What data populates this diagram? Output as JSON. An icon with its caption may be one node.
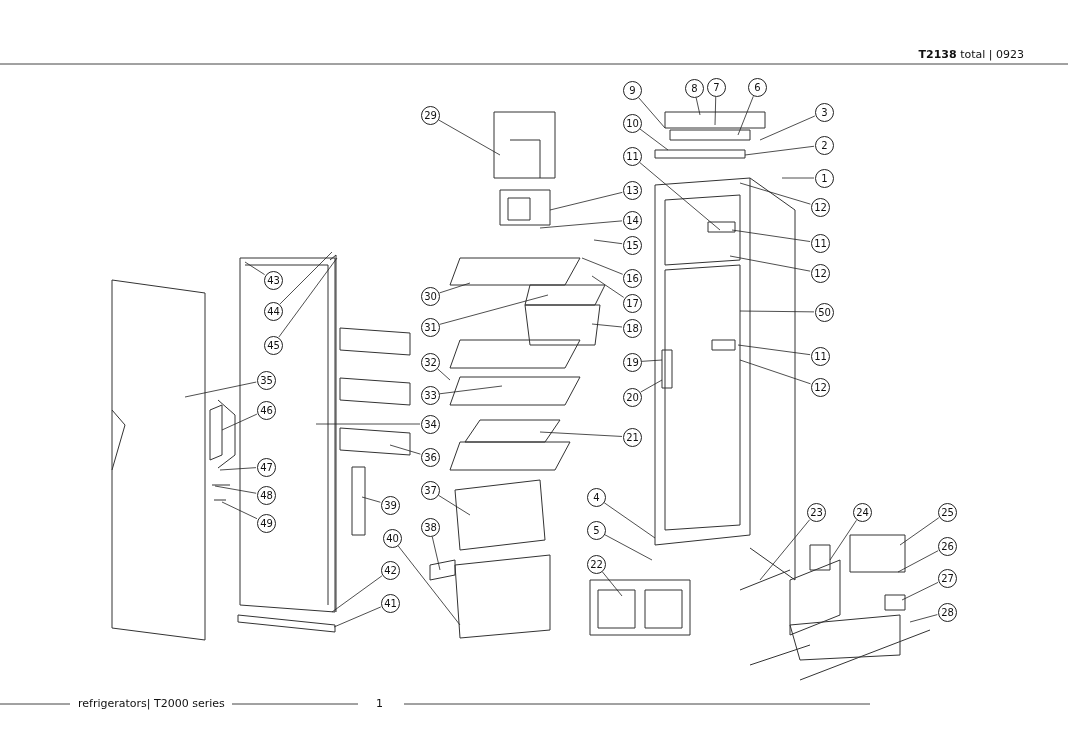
{
  "diagram": {
    "nodes": [
      {
        "text": [
          "29"
        ]
      },
      {
        "text": [
          "9"
        ]
      },
      {
        "text": [
          "8"
        ]
      },
      {
        "text": [
          "7"
        ]
      },
      {
        "text": [
          "6"
        ]
      },
      {
        "text": [
          "3"
        ]
      },
      {
        "text": [
          "10"
        ]
      },
      {
        "text": [
          "2"
        ]
      },
      {
        "text": [
          "11"
        ]
      },
      {
        "text": [
          "1"
        ]
      },
      {
        "text": [
          "12"
        ]
      },
      {
        "text": [
          "13"
        ]
      },
      {
        "text": [
          "14"
        ]
      },
      {
        "text": [
          "11"
        ]
      },
      {
        "text": [
          "15"
        ]
      },
      {
        "text": [
          "16"
        ]
      },
      {
        "text": [
          "12"
        ]
      },
      {
        "text": [
          "43"
        ]
      },
      {
        "text": [
          "30"
        ]
      },
      {
        "text": [
          "17"
        ]
      },
      {
        "text": [
          "44"
        ]
      },
      {
        "text": [
          "31"
        ]
      },
      {
        "text": [
          "18"
        ]
      },
      {
        "text": [
          "50"
        ]
      },
      {
        "text": [
          "45"
        ]
      },
      {
        "text": [
          "11"
        ]
      },
      {
        "text": [
          "32"
        ]
      },
      {
        "text": [
          "19"
        ]
      },
      {
        "text": [
          "35"
        ]
      },
      {
        "text": [
          "12"
        ]
      },
      {
        "text": [
          "33"
        ]
      },
      {
        "text": [
          "20"
        ]
      },
      {
        "text": [
          "46"
        ]
      },
      {
        "text": [
          "34"
        ]
      },
      {
        "text": [
          "21"
        ]
      },
      {
        "text": [
          "36"
        ]
      },
      {
        "text": [
          "47"
        ]
      },
      {
        "text": [
          "37"
        ]
      },
      {
        "text": [
          "48"
        ]
      },
      {
        "text": [
          "4"
        ]
      },
      {
        "text": [
          "39"
        ]
      },
      {
        "text": [
          "23"
        ]
      },
      {
        "text": [
          "24"
        ]
      },
      {
        "text": [
          "25"
        ]
      },
      {
        "text": [
          "49"
        ]
      },
      {
        "text": [
          "38"
        ]
      },
      {
        "text": [
          "5"
        ]
      },
      {
        "text": [
          "40"
        ]
      },
      {
        "text": [
          "26"
        ]
      },
      {
        "text": [
          "22"
        ]
      },
      {
        "text": [
          "42"
        ]
      },
      {
        "text": [
          "27"
        ]
      },
      {
        "text": [
          "41"
        ]
      },
      {
        "text": [
          "28"
        ]
      }
    ],
    "edges": [
      {
        "from": 0,
        "to": null,
        "arrow": "none"
      },
      {
        "from": 1,
        "to": null,
        "arrow": "none"
      },
      {
        "from": 2,
        "to": null,
        "arrow": "none"
      },
      {
        "from": 3,
        "to": null,
        "arrow": "none"
      },
      {
        "from": 4,
        "to": null,
        "arrow": "none"
      },
      {
        "from": 5,
        "to": null,
        "arrow": "none"
      },
      {
        "from": 6,
        "to": null,
        "arrow": "none"
      },
      {
        "from": 7,
        "to": null,
        "arrow": "none"
      },
      {
        "from": 8,
        "to": null,
        "arrow": "none"
      },
      {
        "from": 9,
        "to": null,
        "arrow": "none"
      },
      {
        "from": 10,
        "to": null,
        "arrow": "none"
      },
      {
        "from": 11,
        "to": null,
        "arrow": "none"
      },
      {
        "from": 12,
        "to": null,
        "arrow": "none"
      },
      {
        "from": 13,
        "to": null,
        "arrow": "none"
      },
      {
        "from": 14,
        "to": null,
        "arrow": "none"
      },
      {
        "from": 15,
        "to": null,
        "arrow": "none"
      },
      {
        "from": 16,
        "to": null,
        "arrow": "none"
      },
      {
        "from": 17,
        "to": null,
        "arrow": "none"
      },
      {
        "from": 18,
        "to": null,
        "arrow": "none"
      },
      {
        "from": 19,
        "to": null,
        "arrow": "none"
      },
      {
        "from": 20,
        "to": null,
        "arrow": "none"
      },
      {
        "from": 21,
        "to": null,
        "arrow": "none"
      },
      {
        "from": 22,
        "to": null,
        "arrow": "none"
      },
      {
        "from": 23,
        "to": null,
        "arrow": "none"
      },
      {
        "from": 24,
        "to": null,
        "arrow": "none"
      },
      {
        "from": 25,
        "to": null,
        "arrow": "none"
      },
      {
        "from": 26,
        "to": null,
        "arrow": "none"
      },
      {
        "from": 27,
        "to": null,
        "arrow": "none"
      },
      {
        "from": 28,
        "to": null,
        "arrow": "none"
      },
      {
        "from": 29,
        "to": null,
        "arrow": "none"
      },
      {
        "from": 30,
        "to": null,
        "arrow": "none"
      },
      {
        "from": 31,
        "to": null,
        "arrow": "none"
      },
      {
        "from": 32,
        "to": null,
        "arrow": "none"
      },
      {
        "from": 33,
        "to": null,
        "arrow": "none"
      },
      {
        "from": 34,
        "to": null,
        "arrow": "none"
      },
      {
        "from": 35,
        "to": null,
        "arrow": "none"
      },
      {
        "from": 36,
        "to": null,
        "arrow": "none"
      },
      {
        "from": 37,
        "to": null,
        "arrow": "none"
      },
      {
        "from": 38,
        "to": null,
        "arrow": "none"
      },
      {
        "from": 39,
        "to": null,
        "arrow": "none"
      },
      {
        "from": 40,
        "to": null,
        "arrow": "none"
      },
      {
        "from": 41,
        "to": null,
        "arrow": "none"
      },
      {
        "from": 42,
        "to": null,
        "arrow": "none"
      },
      {
        "from": 43,
        "to": null,
        "arrow": "none"
      },
      {
        "from": 44,
        "to": null,
        "arrow": "none"
      },
      {
        "from": 45,
        "to": null,
        "arrow": "none"
      },
      {
        "from": 46,
        "to": null,
        "arrow": "none"
      },
      {
        "from": 47,
        "to": null,
        "arrow": "none"
      },
      {
        "from": 48,
        "to": null,
        "arrow": "none"
      },
      {
        "from": 49,
        "to": null,
        "arrow": "none"
      },
      {
        "from": 50,
        "to": null,
        "arrow": "none"
      },
      {
        "from": 51,
        "to": null,
        "arrow": "none"
      },
      {
        "from": 52,
        "to": null,
        "arrow": "none"
      },
      {
        "from": 53,
        "to": null,
        "arrow": "none"
      }
    ],
    "labels": [
      "**T2138** total | 0923",
      "refrigerators| T2000 series",
      "1"
    ]
  }
}
